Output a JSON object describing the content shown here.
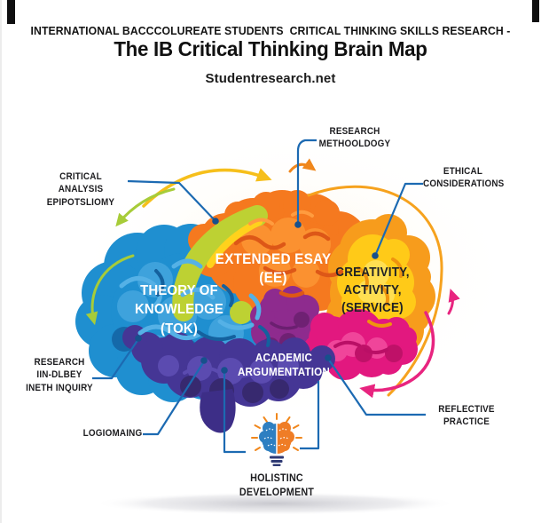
{
  "page": {
    "heading_line": "INTERNATIONAL BACCCOLUREATE STUDENTS  CRITICAL THINKING SKILLS RESEARCH -",
    "title": "The IB Critical Thinking Brain Map",
    "website": "Studentresearch.net"
  },
  "brain_regions": {
    "theory_of_knowledge": "THEORY OF\nKNOWLEDGE\n(TOK)",
    "extended_essay": "EXTENDED ESAY\n(EE)",
    "creativity_activity_service": "CREATIVITY,\nACTIVITY,\n(SERVICE)",
    "academic_argumentation": "ACADEMIC\nARGUMENTATION"
  },
  "callouts": {
    "critical_analysis": "CRITICAL ANALYSIS\nEPIPOTSLIOMY",
    "research_methodology": "RESEARCH\nMETHOOLDOGY",
    "ethical_considerations": "ETHICAL\nCONSIDERATIONS",
    "research_inquiry": "RESEARCH\nIIN-DLBEY\nINETH INQUIRY",
    "logic_meaning": "LOGIOMAING",
    "reflective_practice": "REFLECTIVE\nPRACTICE",
    "holistic_development": "HOLISTINC\nDEVELOPMENT"
  },
  "icons": {
    "holistic_icon": "brain-lightbulb-icon"
  },
  "colors": {
    "tok_blue": "#1f8fd0",
    "ee_orange": "#f5791f",
    "cas_yellow": "#ffca18",
    "center_purple": "#8e2b8e",
    "magenta": "#e2187f",
    "indigo_bottom": "#453695",
    "green_band": "#bdd133",
    "connector_blue": "#1c6ab2",
    "pink_arrow": "#e8247f",
    "yellow_arrow": "#f6bf1b",
    "orange_arrow": "#f0871c",
    "green_arrow": "#a7cc39"
  }
}
